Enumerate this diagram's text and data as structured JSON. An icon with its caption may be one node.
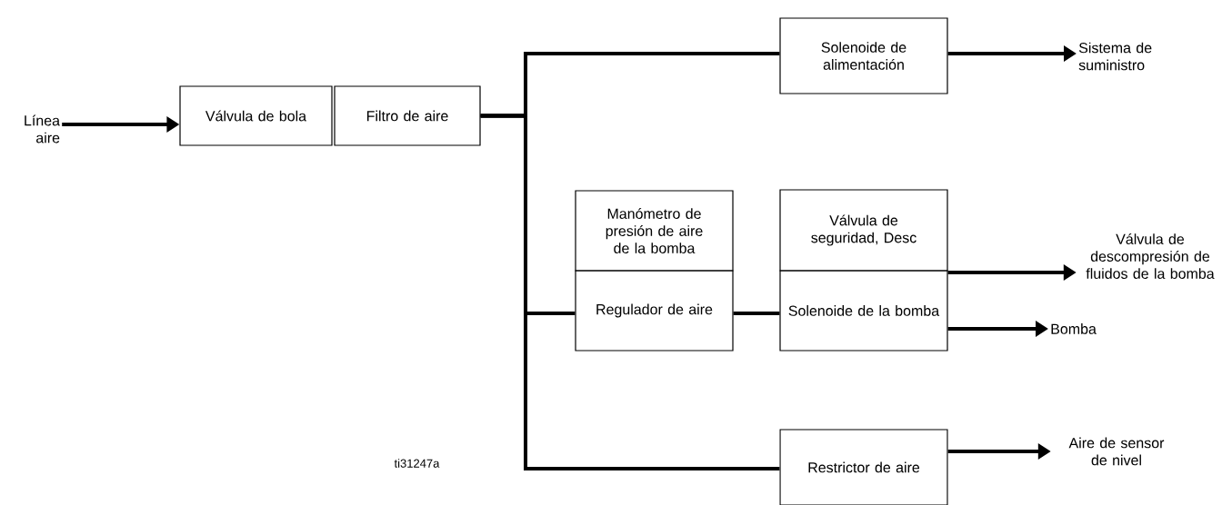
{
  "diagram": {
    "nodes": [
      {
        "text": [
          "Línea aire"
        ]
      },
      {
        "text": [
          "Válvula de bola"
        ]
      },
      {
        "text": [
          "Filtro de aire"
        ]
      },
      {
        "text": [
          "Solenoide de alimentación"
        ]
      },
      {
        "text": [
          "Sistema de suministro"
        ]
      },
      {
        "text": [
          "Manómetro de presión de aire de la bomba"
        ]
      },
      {
        "text": [
          "Regulador de aire"
        ]
      },
      {
        "text": [
          "Válvula de seguridad, Desc"
        ]
      },
      {
        "text": [
          "Solenoide de la bomba"
        ]
      },
      {
        "text": [
          "Válvula de descompresión de fluidos de la bomba"
        ]
      },
      {
        "text": [
          "Bomba"
        ]
      },
      {
        "text": [
          "Restrictor de aire"
        ]
      },
      {
        "text": [
          "Aire de sensor de nivel"
        ]
      }
    ],
    "edges": [
      {
        "from": 0,
        "to": 1,
        "arrow": "to"
      },
      {
        "from": 2,
        "to": 3,
        "arrow": "none"
      },
      {
        "from": 2,
        "to": 6,
        "arrow": "none"
      },
      {
        "from": 2,
        "to": 11,
        "arrow": "none"
      },
      {
        "from": 3,
        "to": 4,
        "arrow": "to"
      },
      {
        "from": 6,
        "to": 8,
        "arrow": "none"
      },
      {
        "from": 8,
        "to": 9,
        "arrow": "to"
      },
      {
        "from": 8,
        "to": 10,
        "arrow": "to"
      },
      {
        "from": 11,
        "to": 12,
        "arrow": "to"
      }
    ],
    "labels": [
      "ti31247a"
    ]
  }
}
